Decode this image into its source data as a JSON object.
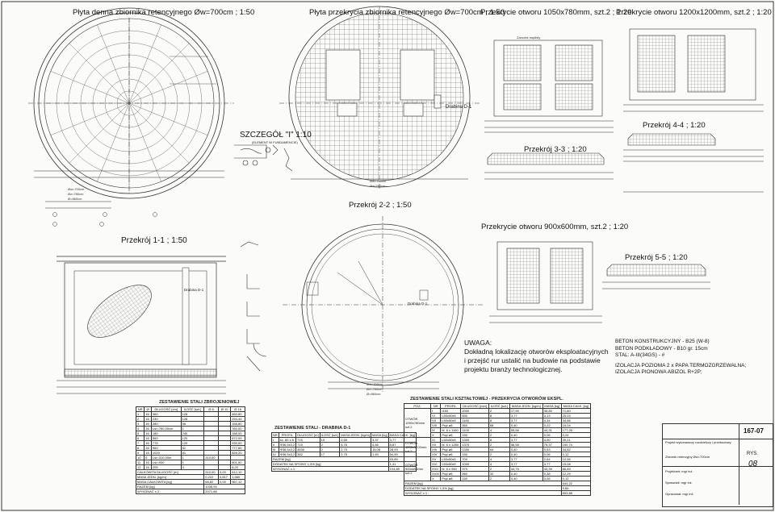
{
  "titles": {
    "plan_bottom": "Płyta denna zbiornika retencyjnego Øw=700cm ; 1:50",
    "plan_top": "Płyta przekrycia zbiornika retencyjnego Øw=700cm ; 1:50",
    "opening_1050": "Przekrycie otworu 1050x780mm, szt.2 ; 1:20",
    "opening_1200": "Przekrycie otworu 1200x1200mm, szt.2 ; 1:20",
    "detail_i": "SZCZEGÓŁ \"I\"  1:10",
    "section_11": "Przekrój 1-1 ; 1:50",
    "section_22": "Przekrój 2-2 ; 1:50",
    "section_33": "Przekrój 3-3 ; 1:20",
    "section_44": "Przekrój 4-4 ; 1:20",
    "section_55": "Przekrój 5-5 ; 1:20",
    "opening_900": "Przekrycie otworu 900x600mm, szt.2 ; 1:20"
  },
  "labels": {
    "drabina": "Drabina D-1",
    "drabina2": "Drabina D-1",
    "drabina3": "Drabina D-1",
    "dims_a": "Øw=700cm",
    "dims_b": "Øz=780cm",
    "dims_c": "Ø=860cm",
    "dims_d": "Øw=700cm",
    "dims_e": "Øz=780cm",
    "dims_f": "Øw=700cm",
    "dims_g": "Øz=780cm",
    "dims_h": "Ø=860cm",
    "row_1050": "Zarodek mętlisty",
    "detail_note": "(ELEMENT W FUNDAMENCIE)"
  },
  "notes": {
    "uwaga_title": "UWAGA:",
    "uwaga_1": "Dokładną lokalizację otworów eksploatacyjnych",
    "uwaga_2": "i przejść rur ustalić na budowie na podstawie",
    "uwaga_3": "projektu branży technologicznej.",
    "spec_1": "BETON KONSTRUKCYJNY - B25 (W-8)",
    "spec_2": "BETON PODKŁADOWY - B10 gr. 15cm",
    "spec_3": "STAL: A-III(34GS) - #",
    "spec_4": "IZOLACJA POZIOMA 2 x PAPA TERMOZGRZEWALNA;",
    "spec_5": "IZOLACJA PIONOWA ABIZOL R+2P;"
  },
  "steel_table": {
    "caption": "ZESTAWIENIE STALI ZBROJENIOWEJ",
    "headers": [
      "NR",
      "Ø",
      "DŁUGOŚĆ [cm]",
      "ILOŚĆ [szt.]",
      "Ø 6",
      "Ø 10",
      "Ø 16"
    ],
    "rows": [
      [
        "1",
        "16",
        "360",
        "128",
        "",
        "",
        "460,80"
      ],
      [
        "2",
        "16",
        "230",
        "128",
        "",
        "",
        "294,40"
      ],
      [
        "3",
        "16",
        "280",
        "56",
        "",
        "",
        "156,80"
      ],
      [
        "4",
        "16",
        "Lśr=760,00cm",
        "1",
        "",
        "",
        "760,00"
      ],
      [
        "5",
        "16",
        "180",
        "240",
        "",
        "",
        "288,00"
      ],
      [
        "6",
        "16",
        "560",
        "120",
        "",
        "",
        "672,00"
      ],
      [
        "7",
        "16",
        "775",
        "120",
        "",
        "",
        "930,00"
      ],
      [
        "8",
        "16",
        "960",
        "81",
        "",
        "",
        "777,60"
      ],
      [
        "9",
        "16",
        "1020",
        "81",
        "",
        "",
        "826,20"
      ],
      [
        "10",
        "6",
        "Lśr=310,00m",
        "1",
        "310,00",
        "",
        ""
      ],
      [
        "11",
        "16",
        "Lśr=930",
        "1",
        "",
        "",
        "601,90"
      ],
      [
        "12",
        "16",
        "205",
        "4",
        "",
        "",
        "8,20"
      ]
    ],
    "sum_len": [
      "CAŁKOWITA DŁUGOŚĆ [m]",
      "310,00",
      "0,00",
      "612,10"
    ],
    "mass_per_m": [
      "MASA JEDN. [kg/m]",
      "0,222",
      "0,617",
      "1,580"
    ],
    "mass_total": [
      "MASA CAŁKOWITA [kg]",
      "68,82",
      "0,00",
      "967,12"
    ],
    "razem": [
      "RAZEM [kg]",
      "1035,94"
    ],
    "wykonac": [
      "WYKONAĆ x 2 :",
      "2071,88"
    ]
  },
  "ladder_table": {
    "caption": "ZESTAWIENIE STALI - DRABINA D-1",
    "headers": [
      "NR",
      "PROFIL",
      "DŁUGOŚĆ [m]",
      "ILOŚĆ [szt.]",
      "MASA JEDN. [kg/m]",
      "MASA [kg]",
      "MASA CAŁK. [kg]"
    ],
    "rows": [
      [
        "I",
        "ść. 80 x 8",
        "715",
        "10",
        "2,65",
        "3,37",
        "3,77"
      ],
      [
        "II",
        "Ф36,5x3,2",
        "715",
        "2",
        "5,76",
        "4,46",
        "8,87"
      ],
      [
        "III",
        "Ф36,5x3,2",
        "4630",
        "2",
        "2,75",
        "15,08",
        "28,93"
      ],
      [
        "IV",
        "Ф36,5x3,2",
        "382",
        "17",
        "2,75",
        "1,49",
        "54,90"
      ]
    ],
    "razem": [
      "RAZEM [kg]",
      "93,89"
    ],
    "dodatek": [
      "DODATEK NA SPOINY 1,5% [kg]",
      "1,41"
    ],
    "wykonac": [
      "WYKONAĆ x 1 :",
      "104,89"
    ]
  },
  "profiles_table": {
    "caption": "ZESTAWIENIE STALI KSZTAŁTOWEJ - PRZEKRYCIA OTWORÓW EKSPL.",
    "headers": [
      "POZ.",
      "NR",
      "PROFIL",
      "DŁUGOŚĆ [mm]",
      "ILOŚĆ [szt.]",
      "MASA JEDN. [kg/m]",
      "MASA [kg]",
      "MASA CAŁK. [kg]"
    ],
    "groups": [
      {
        "name": "OTWÓR 1050x780mm szt.2",
        "rows": [
          [
            "I",
            "I160",
            "2000",
            "2",
            "17,90",
            "35,80",
            "71,60"
          ],
          [
            "VI",
            "L50x50x5",
            "830",
            "8",
            "3,77",
            "3,13",
            "25,03"
          ],
          [
            "VII",
            "L50x50x5",
            "1160",
            "8",
            "3,77",
            "4,34",
            "34,86"
          ],
          [
            "VIII",
            "Pręt ø8",
            "560",
            "68",
            "0,40",
            "0,22",
            "15,04"
          ],
          [
            "IX",
            "bl. 6 x 1160",
            "1100",
            "4",
            "55,56",
            "44,31",
            "177,26"
          ],
          [
            "X",
            "Pręt ø8",
            "150",
            "2",
            "0,40",
            "0,06",
            "0,24"
          ]
        ]
      },
      {
        "name": "OTWÓR 1200x1200mm szt.2",
        "rows": [
          [
            "XI",
            "L50x50x5",
            "1300",
            "8",
            "3,77",
            "4,90",
            "39,21"
          ],
          [
            "XII",
            "bl. 6 x 1280",
            "1370",
            "2",
            "56,55",
            "75,37",
            "150,74"
          ],
          [
            "XIII",
            "Pręt ø8",
            "1330",
            "64",
            "0,40",
            "0,53",
            "34,82"
          ],
          [
            "XIV",
            "Pręt ø8",
            "150",
            "2",
            "0,40",
            "0,06",
            "0,12"
          ]
        ]
      },
      {
        "name": "OTWÓR 900x600mm szt.2",
        "rows": [
          [
            "XV",
            "L50x50x5",
            "700",
            "4",
            "3,77",
            "2,64",
            "10,56"
          ],
          [
            "XVI",
            "L50x50x5",
            "1000",
            "4",
            "3,77",
            "3,77",
            "15,08"
          ],
          [
            "XVII",
            "bl. 6 x 950",
            "970",
            "2",
            "44,76",
            "43,39",
            "86,83"
          ],
          [
            "XVIII",
            "Pręt ø8",
            "960",
            "32",
            "0,40",
            "0,38",
            "12,29"
          ],
          [
            "X",
            "Pręt ø8",
            "150",
            "2",
            "0,40",
            "0,06",
            "0,12"
          ]
        ]
      }
    ],
    "razem": [
      "RAZEM [kg]",
      "644,22"
    ],
    "dodatek": [
      "DODATEK NA SPOINY 1,5% [kg]",
      "9,66"
    ],
    "wykonac": [
      "WYKONAĆ x 1 :",
      "653,88"
    ]
  },
  "title_block": {
    "sheet_no": "167-07",
    "rys_label": "RYS.",
    "rys_no": "08",
    "project": "Projekt wykonawczy rozdzielczy i przebudowy",
    "drawing": "Zbiornik retencyjny Øw=700cm",
    "designer": "Projektant: mgr inż.",
    "checker": "Sprawdził: mgr inż.",
    "draughtsman": "Opracował: mgr inż."
  },
  "colors": {
    "ink": "#222222",
    "paper": "#fbfbf9",
    "grid": "#555555"
  }
}
